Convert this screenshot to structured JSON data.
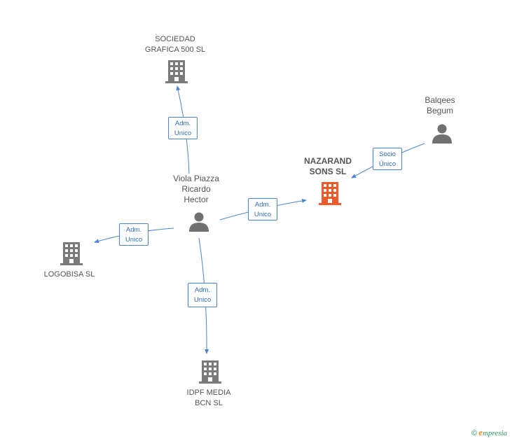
{
  "colors": {
    "company": "#7a7a7a",
    "main_company": "#f05a2a",
    "person": "#707070",
    "edge": "#4a86cf",
    "edge_text": "#2f6db5"
  },
  "nodes": {
    "sociedad": {
      "line1": "SOCIEDAD",
      "line2": "GRAFICA 500 SL",
      "icon": "building-icon"
    },
    "balqees": {
      "line1": "Balqees",
      "line2": "Begum",
      "icon": "person-icon"
    },
    "nazarand": {
      "line1": "NAZARAND",
      "line2": "SONS SL",
      "icon": "building-icon"
    },
    "viola": {
      "line1": "Viola Piazza",
      "line2": "Ricardo",
      "line3": "Hector",
      "icon": "person-icon"
    },
    "logobisa": {
      "line1": "LOGOBISA SL",
      "icon": "building-icon"
    },
    "idpf": {
      "line1": "IDPF MEDIA",
      "line2": "BCN SL",
      "icon": "building-icon"
    }
  },
  "edges": {
    "viola_sociedad": {
      "line1": "Adm.",
      "line2": "Unico"
    },
    "balqees_nazarand": {
      "line1": "Socio",
      "line2": "Único"
    },
    "viola_nazarand": {
      "line1": "Adm.",
      "line2": "Unico"
    },
    "viola_logobisa": {
      "line1": "Adm.",
      "line2": "Unico"
    },
    "viola_idpf": {
      "line1": "Adm.",
      "line2": "Unico"
    }
  },
  "footer": {
    "copyright": "©",
    "brand_initial": "e",
    "brand_rest": "mpresia"
  }
}
